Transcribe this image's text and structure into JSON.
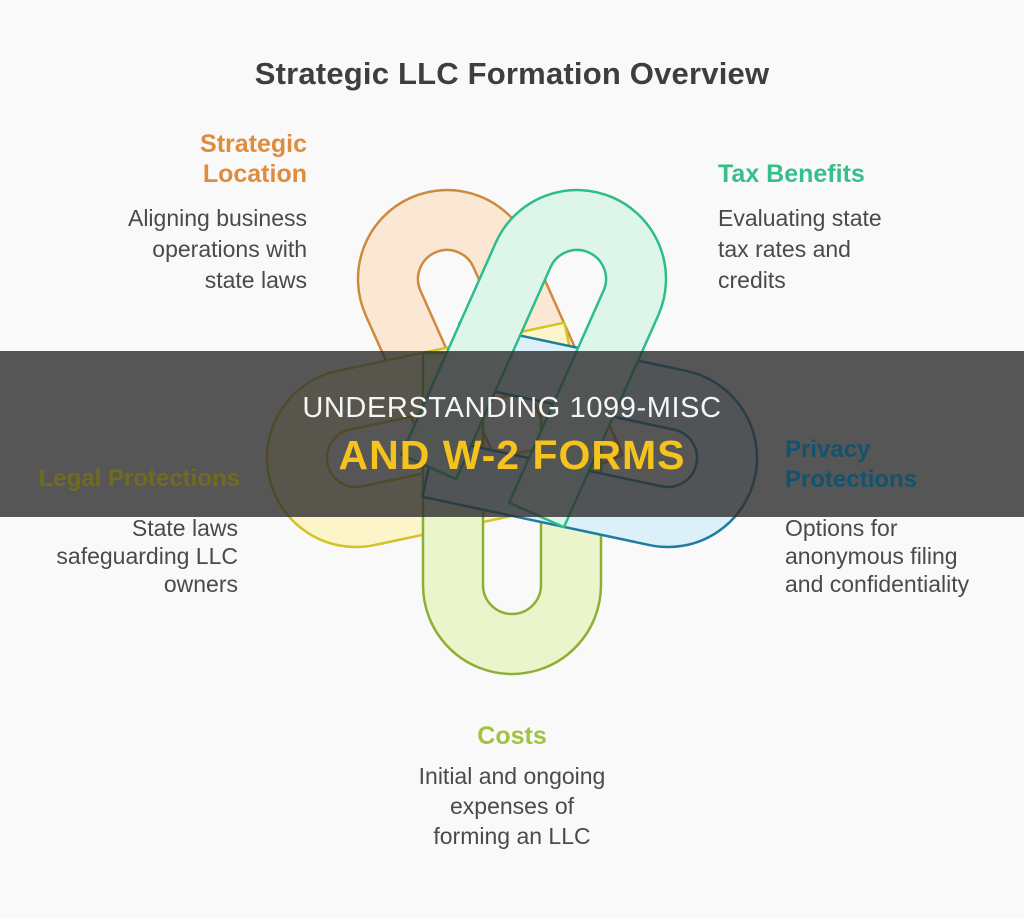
{
  "title": "Strategic LLC Formation Overview",
  "banner": {
    "line1": "UNDERSTANDING 1099-MISC",
    "line2": "AND W-2 FORMS",
    "line1_color": "#F5F5F5",
    "line2_color": "#F6C21D",
    "overlay_color": "rgba(45,45,45,0.80)"
  },
  "sections": {
    "strategic_location": {
      "heading": "Strategic Location",
      "heading_lines": [
        "Strategic",
        "Location"
      ],
      "color": "#DE8D3D",
      "body_lines": [
        "Aligning business",
        "operations with",
        "state laws"
      ]
    },
    "tax_benefits": {
      "heading": "Tax Benefits",
      "color": "#36BE8B",
      "body_lines": [
        "Evaluating state",
        "tax rates and",
        "credits"
      ]
    },
    "legal_protections": {
      "heading": "Legal Protections",
      "color": "#6F6B20",
      "body_lines": [
        "State laws",
        "safeguarding LLC",
        "owners"
      ]
    },
    "privacy_protections": {
      "heading": "Privacy Protections",
      "heading_lines": [
        "Privacy",
        "Protections"
      ],
      "color": "#14536D",
      "body_lines": [
        "Options for",
        "anonymous filing",
        "and confidentiality"
      ]
    },
    "costs": {
      "heading": "Costs",
      "color": "#A3C240",
      "body_lines": [
        "Initial and ongoing",
        "expenses of",
        "forming an LLC"
      ]
    }
  },
  "graphic": {
    "description": "five interlocking horseshoe ribbons arranged in a pinwheel knot",
    "shapes": [
      {
        "name": "strategic-location-ribbon",
        "stroke": "#CF8A3E",
        "fill": "#FAE8D5"
      },
      {
        "name": "legal-protections-ribbon",
        "stroke": "#D2C327",
        "fill": "#FCF5C9"
      },
      {
        "name": "costs-ribbon",
        "stroke": "#8FAF33",
        "fill": "#EBF5CB"
      },
      {
        "name": "privacy-protections-ribbon",
        "stroke": "#1F7C9E",
        "fill": "#DCF0FA"
      },
      {
        "name": "tax-benefits-ribbon",
        "stroke": "#2CBD8A",
        "fill": "#DEF6E9"
      }
    ],
    "background_color": "#F9F9FA"
  }
}
